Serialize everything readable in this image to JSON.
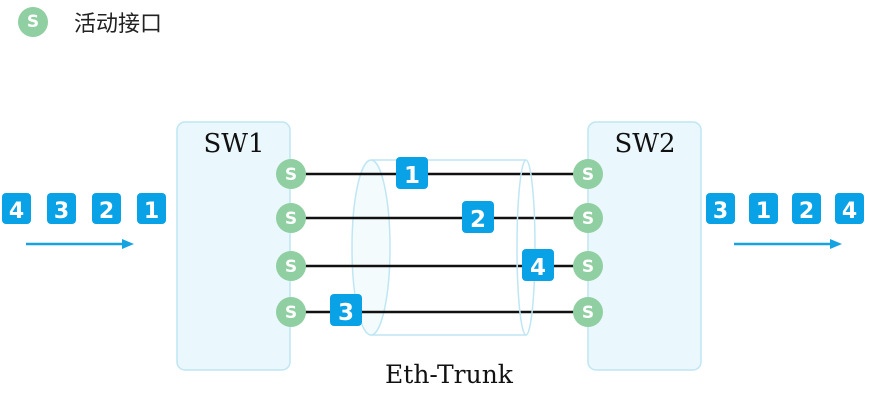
{
  "legend": {
    "badge": "S",
    "label": "活动接口"
  },
  "colors": {
    "active_port": "#8fcfa1",
    "packet": "#0aa2e6",
    "switch_fill": "#eaf7fc",
    "switch_border": "#bfe6f4",
    "trunk_stroke": "#bfe6f4",
    "arrow": "#17a2e0",
    "link": "#111111"
  },
  "switches": [
    {
      "name": "SW1"
    },
    {
      "name": "SW2"
    }
  ],
  "port_label": "S",
  "links": [
    {
      "packet": "1"
    },
    {
      "packet": "2"
    },
    {
      "packet": "4"
    },
    {
      "packet": "3"
    }
  ],
  "trunk_label": "Eth-Trunk",
  "ingress_packets": [
    "4",
    "3",
    "2",
    "1"
  ],
  "egress_packets": [
    "3",
    "1",
    "2",
    "4"
  ]
}
